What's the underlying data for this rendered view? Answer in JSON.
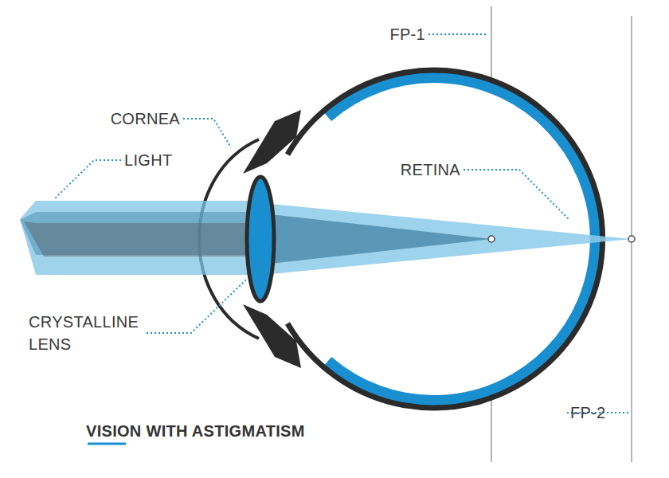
{
  "diagram": {
    "title": "VISION WITH ASTIGMATISM",
    "labels": [
      "FP-1",
      "CORNEA",
      "LIGHT",
      "RETINA",
      "CRYSTALLINE LENS",
      "FP-2"
    ]
  }
}
